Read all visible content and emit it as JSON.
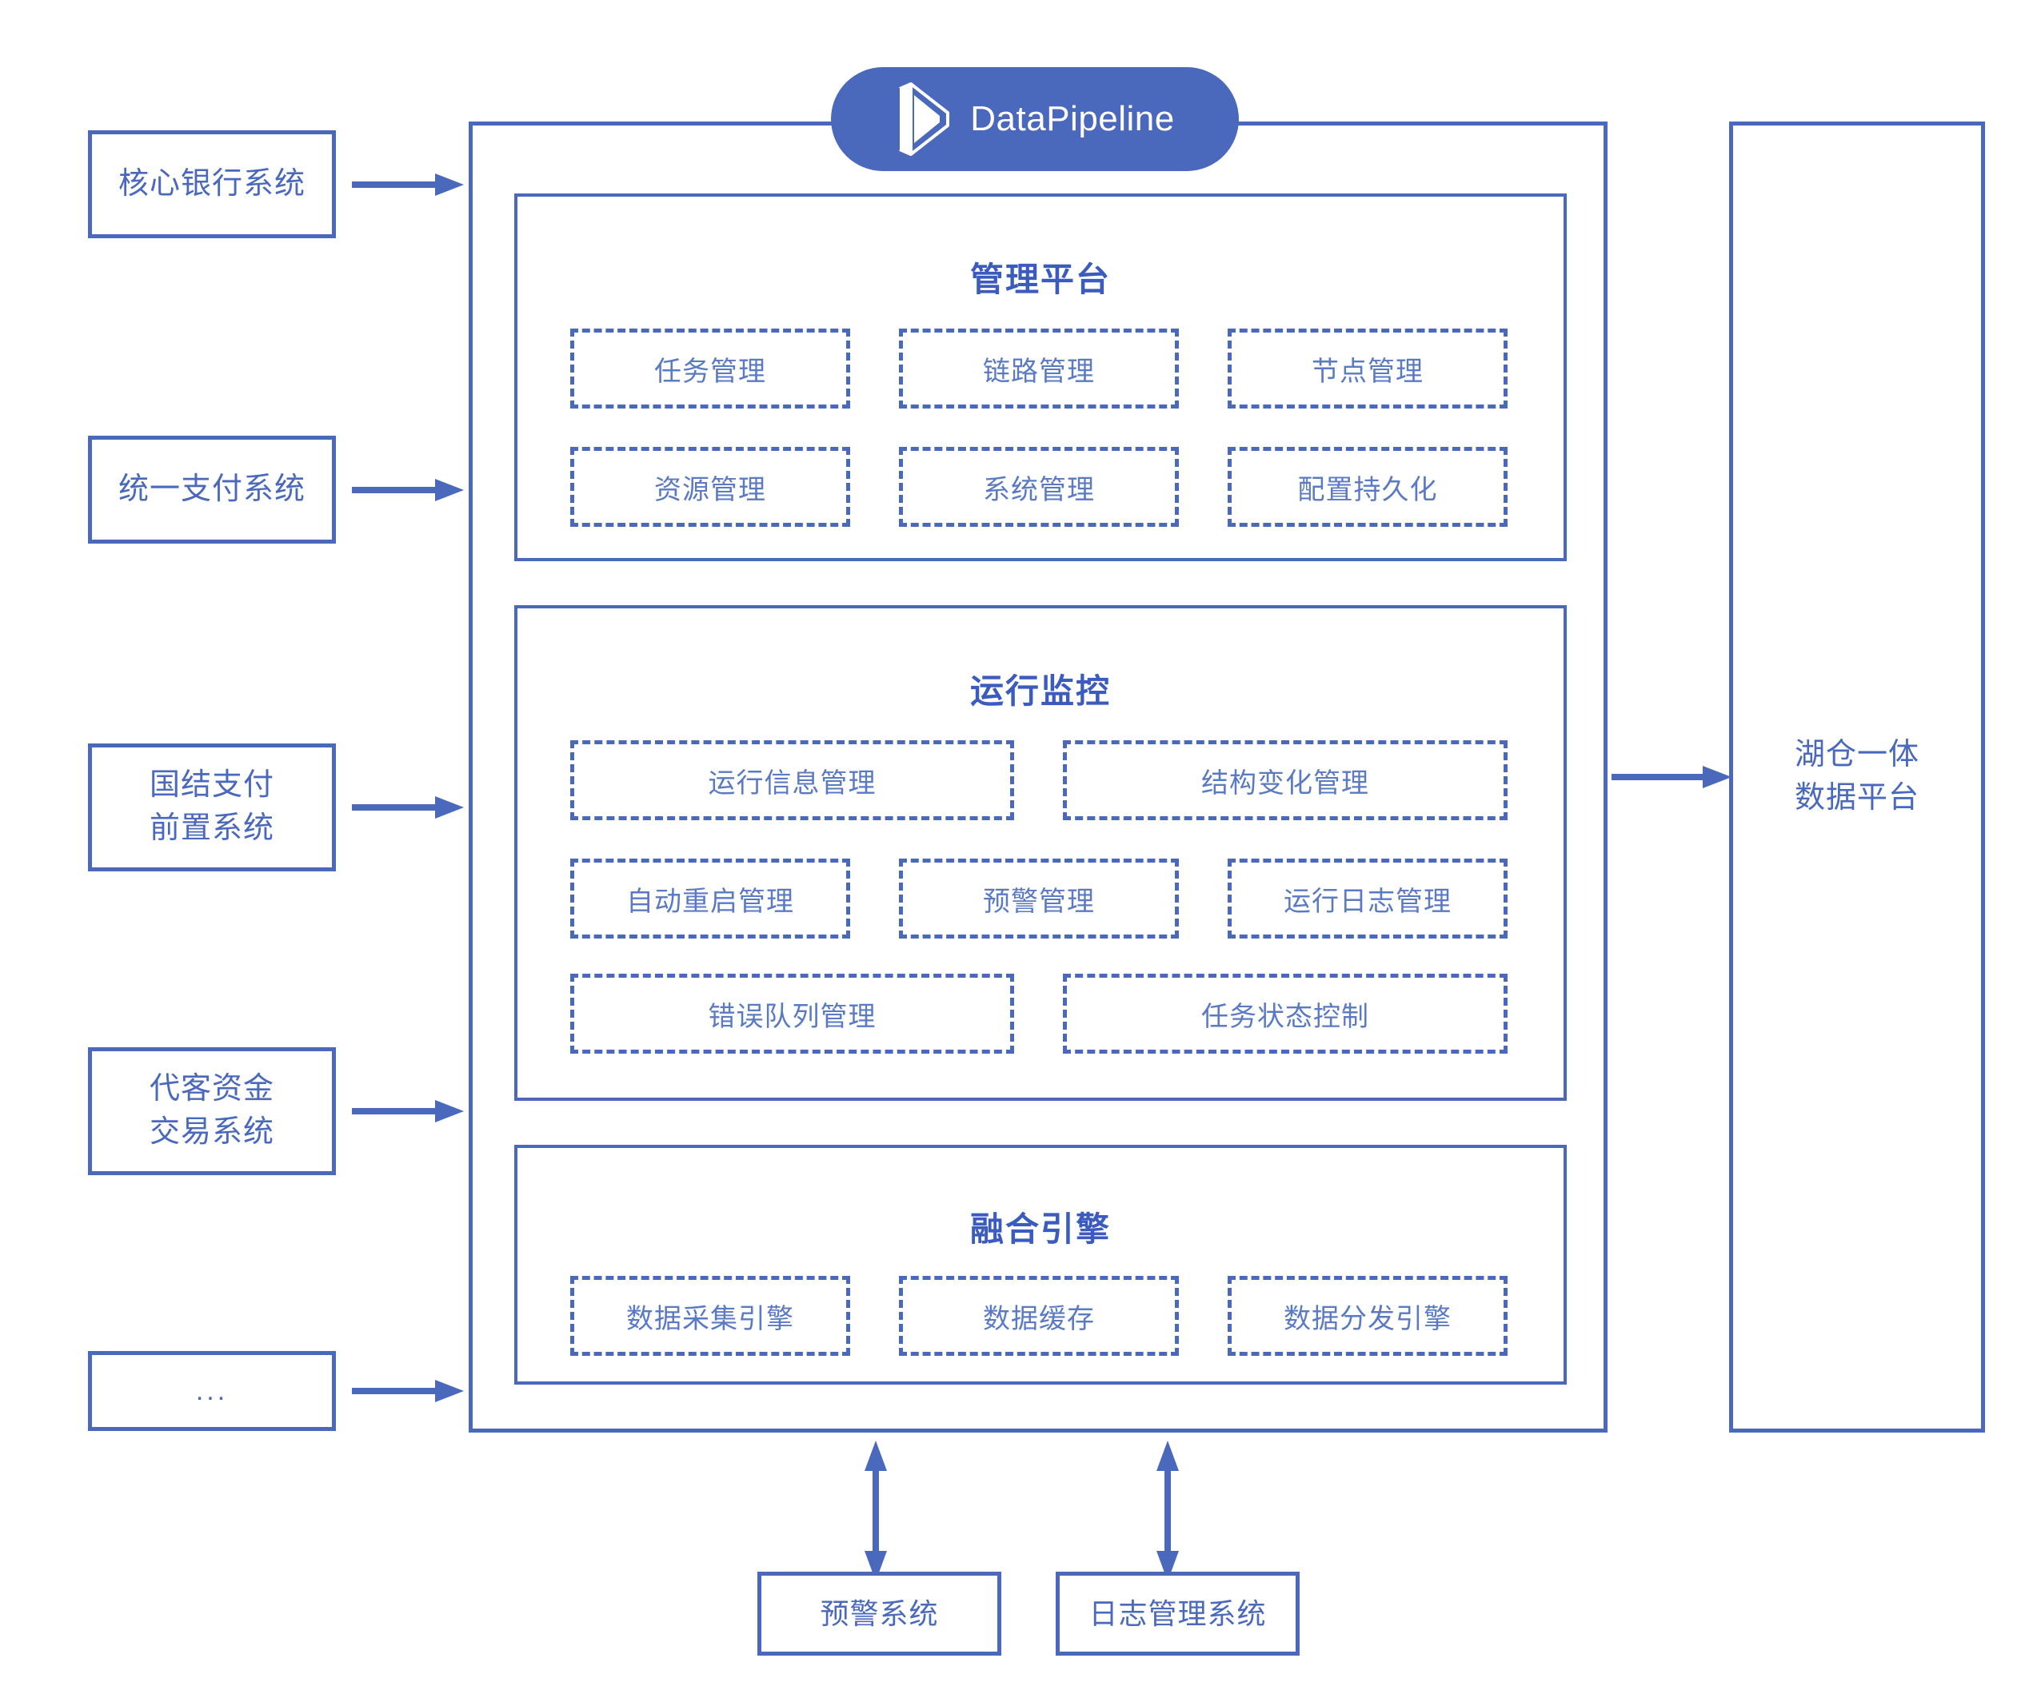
{
  "brand": {
    "name": "DataPipeline",
    "logo_icon": "datapipeline-logo-icon",
    "accent_color": "#4a69bd",
    "text_color": "#5b7ac4",
    "title_color": "#3c5bbf"
  },
  "sources": {
    "label": "source-systems",
    "items": [
      {
        "id": "core-banking",
        "lines": [
          "核心银行系统"
        ]
      },
      {
        "id": "unified-payment",
        "lines": [
          "统一支付系统"
        ]
      },
      {
        "id": "intl-settlement-frontend",
        "lines": [
          "国结支付",
          "前置系统"
        ]
      },
      {
        "id": "client-fund-trading",
        "lines": [
          "代客资金",
          "交易系统"
        ]
      },
      {
        "id": "more",
        "lines": [
          "..."
        ]
      }
    ]
  },
  "destination": {
    "id": "lakehouse-data-platform",
    "lines": [
      "湖仓一体",
      "数据平台"
    ]
  },
  "pipeline": {
    "sections": [
      {
        "id": "management-platform",
        "title": "管理平台",
        "rows": [
          [
            {
              "id": "task-management",
              "label": "任务管理"
            },
            {
              "id": "link-management",
              "label": "链路管理"
            },
            {
              "id": "node-management",
              "label": "节点管理"
            }
          ],
          [
            {
              "id": "resource-management",
              "label": "资源管理"
            },
            {
              "id": "system-management",
              "label": "系统管理"
            },
            {
              "id": "config-persistence",
              "label": "配置持久化"
            }
          ]
        ]
      },
      {
        "id": "runtime-monitoring",
        "title": "运行监控",
        "rows": [
          [
            {
              "id": "runtime-info-management",
              "label": "运行信息管理"
            },
            {
              "id": "structure-change-management",
              "label": "结构变化管理"
            }
          ],
          [
            {
              "id": "auto-restart-management",
              "label": "自动重启管理"
            },
            {
              "id": "alert-management",
              "label": "预警管理"
            },
            {
              "id": "runtime-log-management",
              "label": "运行日志管理"
            }
          ],
          [
            {
              "id": "error-queue-management",
              "label": "错误队列管理"
            },
            {
              "id": "task-state-control",
              "label": "任务状态控制"
            }
          ]
        ]
      },
      {
        "id": "fusion-engine",
        "title": "融合引擎",
        "rows": [
          [
            {
              "id": "data-collection-engine",
              "label": "数据采集引擎"
            },
            {
              "id": "data-cache",
              "label": "数据缓存"
            },
            {
              "id": "data-distribution-engine",
              "label": "数据分发引擎"
            }
          ]
        ]
      }
    ]
  },
  "peripherals": {
    "items": [
      {
        "id": "alert-system",
        "label": "预警系统"
      },
      {
        "id": "log-management-system",
        "label": "日志管理系统"
      }
    ]
  }
}
